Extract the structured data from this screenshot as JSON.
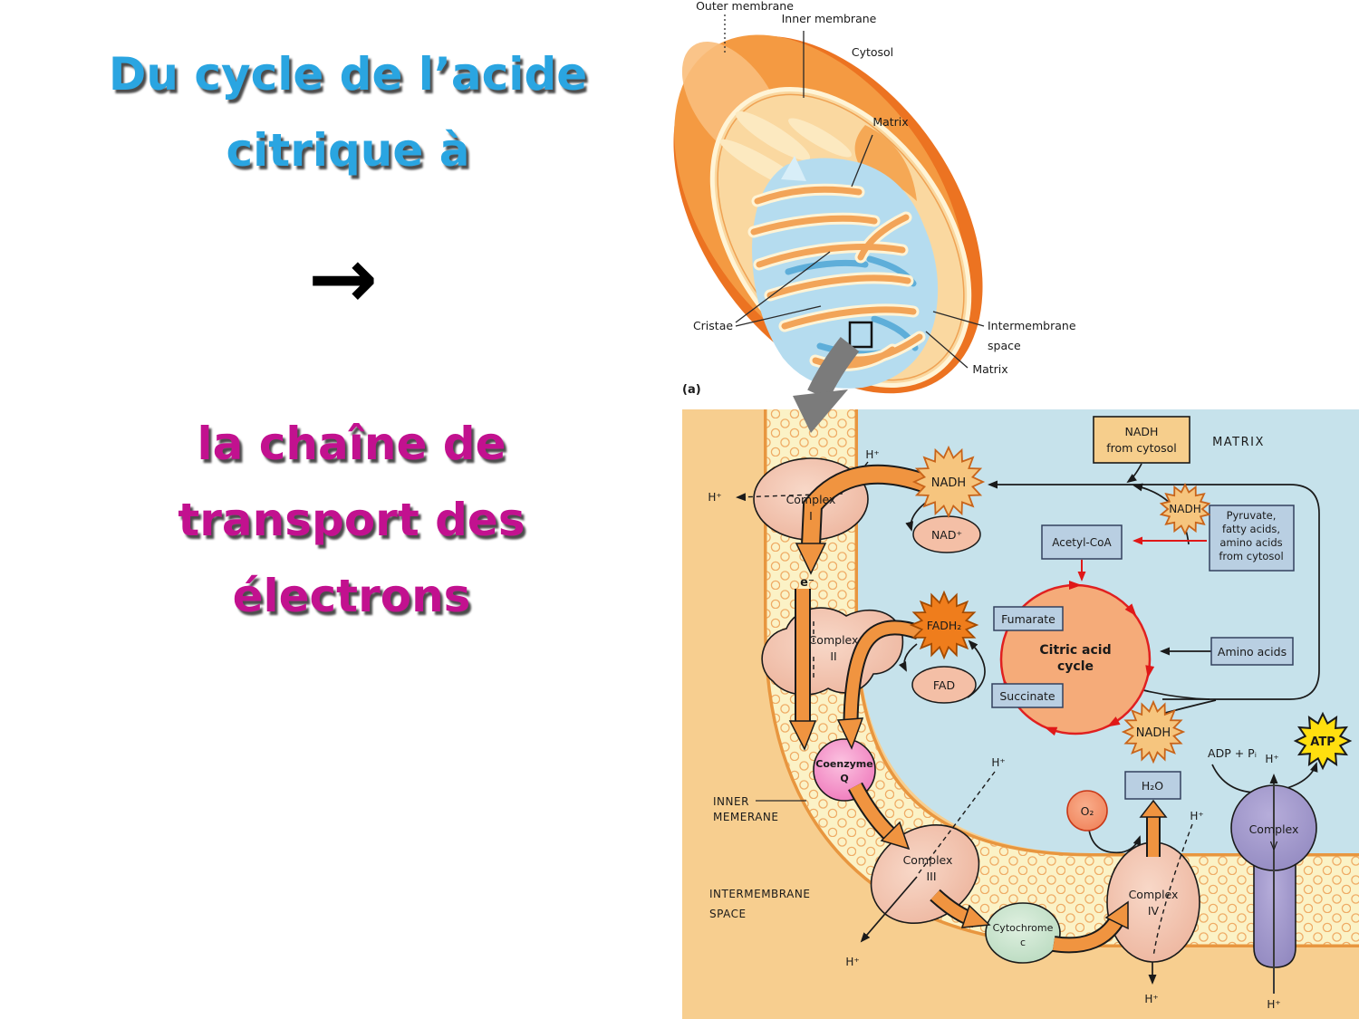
{
  "slide": {
    "title_line1": "Du cycle de l’acide",
    "title_line2": "citrique à",
    "arrow_glyph": "→",
    "subtitle_line1": "la chaîne de",
    "subtitle_line2": "transport des",
    "subtitle_line3": "électrons",
    "title_color": "#2AA5E1",
    "subtitle_color": "#C2118F"
  },
  "mito": {
    "outer_membrane": "Outer membrane",
    "inner_membrane": "Inner membrane",
    "cytosol": "Cytosol",
    "matrix_top": "Matrix",
    "cristae": "Cristae",
    "intermembrane_1": "Intermembrane",
    "intermembrane_2": "space",
    "matrix_bottom": "Matrix",
    "panel_tag": "(a)"
  },
  "etc": {
    "matrix": "MATRIX",
    "inner_membrane_1": "INNER",
    "inner_membrane_2": "MEMERANE",
    "intermembrane_1": "INTERMEMBRANE",
    "intermembrane_2": "SPACE",
    "complex_word": "Complex",
    "complex_i": "I",
    "complex_ii": "II",
    "complex_iii": "III",
    "complex_iv": "IV",
    "complex_v": "V",
    "coenzyme_1": "Coenzyme",
    "coenzyme_2": "Q",
    "cytochrome_1": "Cytochrome",
    "cytochrome_2": "c",
    "nadh": "NADH",
    "nadh_box_1": "NADH",
    "nadh_box_2": "from cytosol",
    "nad_plus": "NAD⁺",
    "fadh2": "FADH₂",
    "fad": "FAD",
    "acetyl_coa": "Acetyl-CoA",
    "pyruvate_1": "Pyruvate,",
    "pyruvate_2": "fatty acids,",
    "pyruvate_3": "amino acids",
    "pyruvate_4": "from cytosol",
    "fumarate": "Fumarate",
    "succinate": "Succinate",
    "amino_acids": "Amino acids",
    "citric_1": "Citric acid",
    "citric_2": "cycle",
    "h2o": "H₂O",
    "o2": "O₂",
    "atp": "ATP",
    "adp_pi": "ADP + Pᵢ",
    "h_plus": "H⁺",
    "e_minus": "e⁻"
  }
}
